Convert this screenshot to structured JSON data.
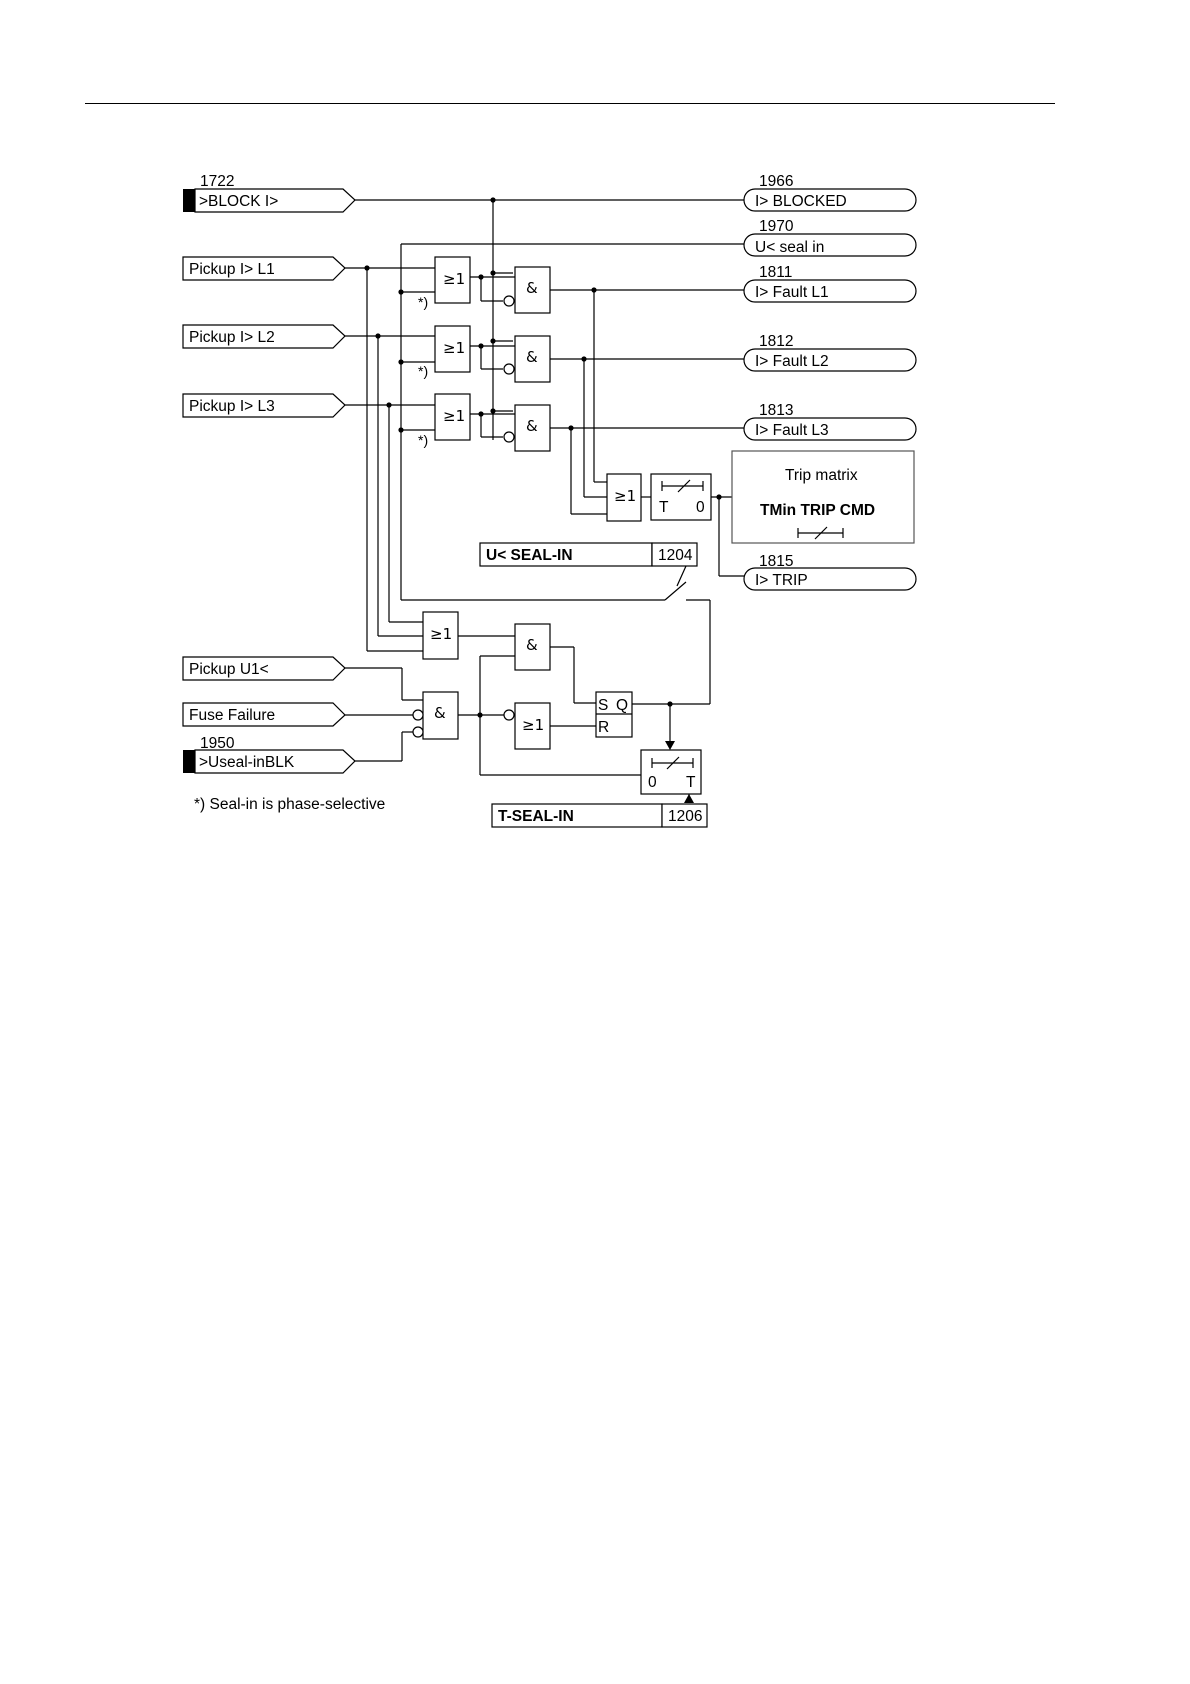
{
  "inputs": {
    "block_i_number": "1722",
    "block_i": ">BLOCK I>",
    "pickup_l1": "Pickup I> L1",
    "pickup_l2": "Pickup I> L2",
    "pickup_l3": "Pickup I> L3",
    "pickup_u1": "Pickup U1<",
    "fuse_failure": "Fuse Failure",
    "useal_blk_number": "1950",
    "useal_blk": ">Useal-inBLK"
  },
  "outputs": {
    "blocked_number": "1966",
    "blocked": "I> BLOCKED",
    "seal_in_number": "1970",
    "seal_in": "U< seal in",
    "fault_l1_number": "1811",
    "fault_l1": "I> Fault L1",
    "fault_l2_number": "1812",
    "fault_l2": "I> Fault L2",
    "fault_l3_number": "1813",
    "fault_l3": "I> Fault L3",
    "trip_number": "1815",
    "trip": "I> TRIP"
  },
  "gates": {
    "or": "≥1",
    "and": "&",
    "star": "*)",
    "timer_t": "T",
    "timer_zero": "0",
    "flipflop_s": "S",
    "flipflop_q": "Q",
    "flipflop_r": "R"
  },
  "trip_matrix": {
    "title": "Trip matrix",
    "subtitle": "TMin TRIP CMD"
  },
  "parameters": {
    "useal_label": "U< SEAL-IN",
    "useal_number": "1204",
    "tseal_label": "T-SEAL-IN",
    "tseal_number": "1206"
  },
  "footnote": "*) Seal-in is phase-selective"
}
